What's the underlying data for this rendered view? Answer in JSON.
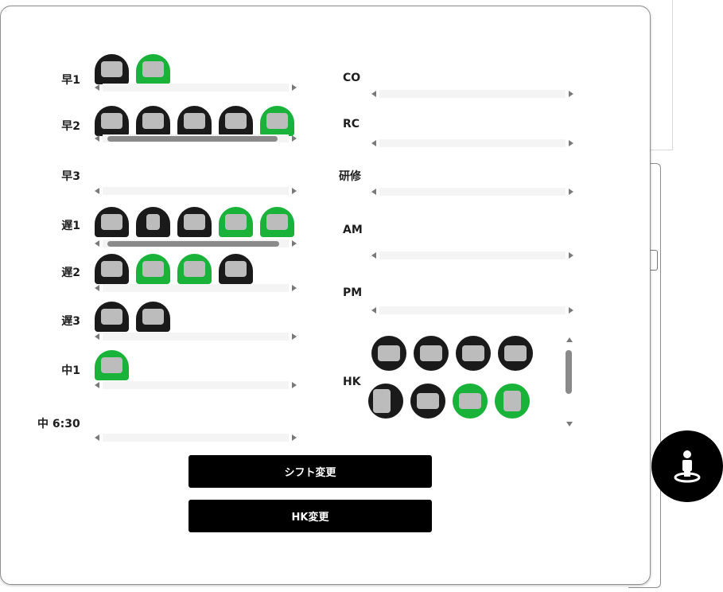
{
  "left_rows": [
    {
      "label": "早1",
      "chips": [
        "dark",
        "green"
      ]
    },
    {
      "label": "早2",
      "chips": [
        "dark",
        "dark",
        "dark",
        "dark",
        "green"
      ]
    },
    {
      "label": "早3",
      "chips": []
    },
    {
      "label": "遅1",
      "chips": [
        "dark",
        "dark",
        "dark",
        "green",
        "green"
      ]
    },
    {
      "label": "遅2",
      "chips": [
        "dark",
        "green",
        "green",
        "dark"
      ]
    },
    {
      "label": "遅3",
      "chips": [
        "dark",
        "dark"
      ]
    },
    {
      "label": "中1",
      "chips": [
        "green"
      ]
    },
    {
      "label": "中 6:30",
      "chips": []
    }
  ],
  "right_rows": [
    {
      "label": "CO"
    },
    {
      "label": "RC"
    },
    {
      "label": "研修"
    },
    {
      "label": "AM"
    },
    {
      "label": "PM"
    },
    {
      "label": "HK"
    }
  ],
  "hk_chips": [
    "dark",
    "dark",
    "dark",
    "dark",
    "dark",
    "dark",
    "green",
    "green"
  ],
  "buttons": {
    "shift_change": "シフト変更",
    "hk_change": "HK変更"
  },
  "fab": {
    "icon": "person-pin-icon"
  },
  "colors": {
    "green": "#19b33a",
    "dark": "#1a1a1a",
    "button": "#000000"
  }
}
